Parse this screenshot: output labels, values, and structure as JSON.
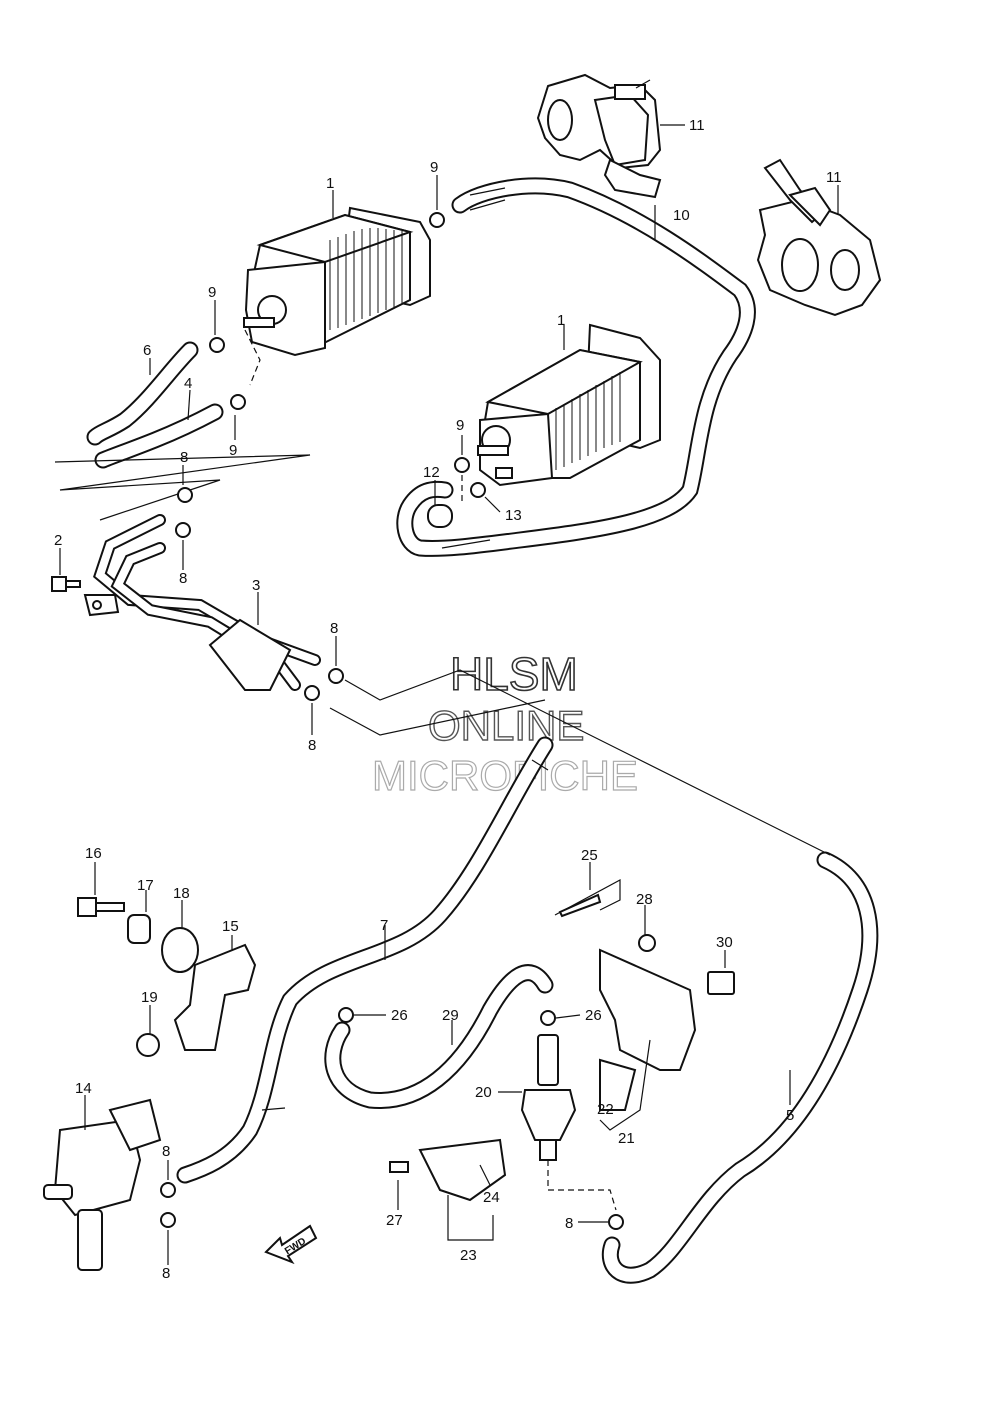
{
  "watermark": {
    "line1": "HLSM",
    "line2": "ONLINE",
    "line3": "MICROFICHE"
  },
  "fwd_label": "FWD",
  "callouts": [
    {
      "id": "c1a",
      "text": "1"
    },
    {
      "id": "c1b",
      "text": "1"
    },
    {
      "id": "c2",
      "text": "2"
    },
    {
      "id": "c3",
      "text": "3"
    },
    {
      "id": "c4",
      "text": "4"
    },
    {
      "id": "c5",
      "text": "5"
    },
    {
      "id": "c6",
      "text": "6"
    },
    {
      "id": "c7",
      "text": "7"
    },
    {
      "id": "c8a",
      "text": "8"
    },
    {
      "id": "c8b",
      "text": "8"
    },
    {
      "id": "c8c",
      "text": "8"
    },
    {
      "id": "c8d",
      "text": "8"
    },
    {
      "id": "c8e",
      "text": "8"
    },
    {
      "id": "c8f",
      "text": "8"
    },
    {
      "id": "c8g",
      "text": "8"
    },
    {
      "id": "c9a",
      "text": "9"
    },
    {
      "id": "c9b",
      "text": "9"
    },
    {
      "id": "c9c",
      "text": "9"
    },
    {
      "id": "c9d",
      "text": "9"
    },
    {
      "id": "c10",
      "text": "10"
    },
    {
      "id": "c11a",
      "text": "11"
    },
    {
      "id": "c11b",
      "text": "11"
    },
    {
      "id": "c12",
      "text": "12"
    },
    {
      "id": "c13",
      "text": "13"
    },
    {
      "id": "c14",
      "text": "14"
    },
    {
      "id": "c15",
      "text": "15"
    },
    {
      "id": "c16",
      "text": "16"
    },
    {
      "id": "c17",
      "text": "17"
    },
    {
      "id": "c18",
      "text": "18"
    },
    {
      "id": "c19",
      "text": "19"
    },
    {
      "id": "c20",
      "text": "20"
    },
    {
      "id": "c21",
      "text": "21"
    },
    {
      "id": "c22",
      "text": "22"
    },
    {
      "id": "c23",
      "text": "23"
    },
    {
      "id": "c24",
      "text": "24"
    },
    {
      "id": "c25",
      "text": "25"
    },
    {
      "id": "c26a",
      "text": "26"
    },
    {
      "id": "c26b",
      "text": "26"
    },
    {
      "id": "c27",
      "text": "27"
    },
    {
      "id": "c28",
      "text": "28"
    },
    {
      "id": "c29",
      "text": "29"
    },
    {
      "id": "c30",
      "text": "30"
    }
  ]
}
